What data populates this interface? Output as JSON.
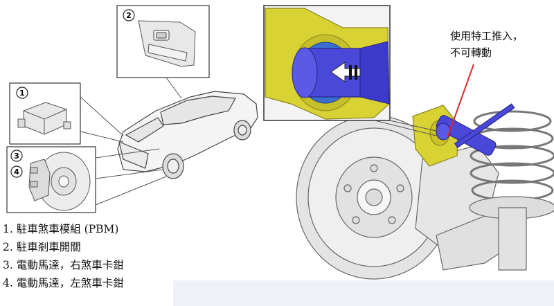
{
  "callout": {
    "line1": "使用特工推入，",
    "line2": "不可轉動"
  },
  "markers": {
    "m1": "1",
    "m2": "2",
    "m3": "3",
    "m4": "4"
  },
  "legend": [
    "1. 駐車煞車模組 (PBM)",
    "2. 駐車剎車開關",
    "3. 電動馬達，右煞車卡鉗",
    "4. 電動馬達，左煞車卡鉗"
  ],
  "colors": {
    "caliper_yellow": "#d8d234",
    "tool_blue": "#4a48d8",
    "leader_red": "#e0262a",
    "line_gray": "#555555"
  }
}
